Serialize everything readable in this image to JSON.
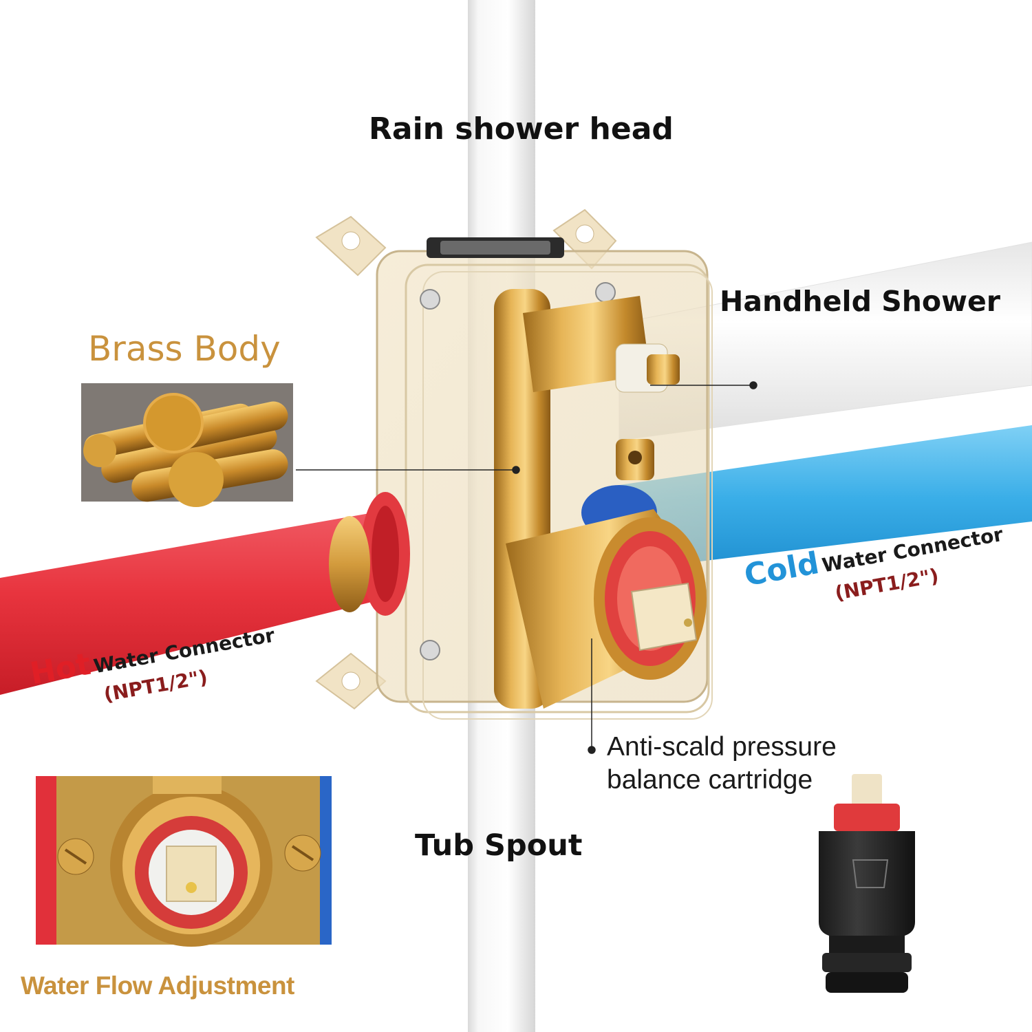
{
  "labels": {
    "rain": "Rain shower head",
    "handheld": "Handheld Shower",
    "brass": "Brass Body",
    "hot_word": "Hot",
    "hot_rest": "Water Connector",
    "hot_npt": "(NPT1/2\")",
    "cold_word": "Cold",
    "cold_rest": "Water Connector",
    "cold_npt": "(NPT1/2\")",
    "anti_line1": "Anti-scald pressure",
    "anti_line2": "balance cartridge",
    "tub": "Tub Spout",
    "flow": "Water Flow Adjustment"
  },
  "colors": {
    "brass": "#c9923d",
    "hot": "#e01f26",
    "cold": "#2293d8",
    "npt": "#8a1d1d"
  }
}
